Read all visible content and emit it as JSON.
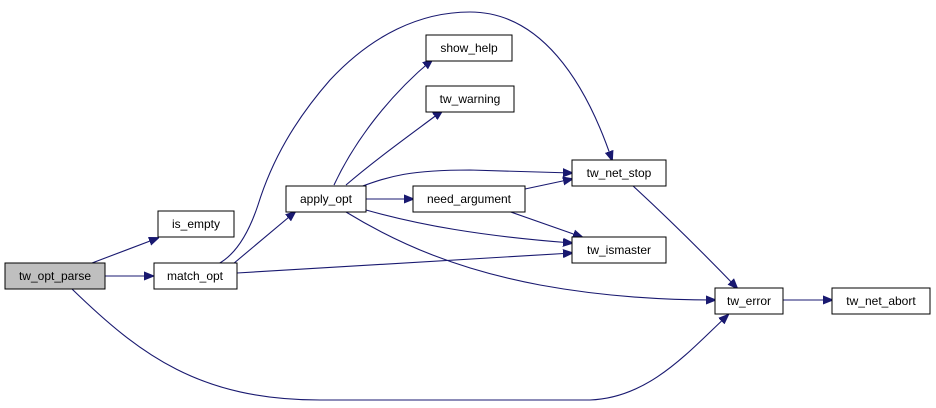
{
  "colors": {
    "edge": "#191970",
    "root_fill": "#bfbfbf",
    "node_fill": "#ffffff",
    "node_stroke": "#000000"
  },
  "nodes": [
    {
      "id": "tw_opt_parse",
      "label": "tw_opt_parse",
      "root": true
    },
    {
      "id": "is_empty",
      "label": "is_empty"
    },
    {
      "id": "match_opt",
      "label": "match_opt"
    },
    {
      "id": "apply_opt",
      "label": "apply_opt"
    },
    {
      "id": "show_help",
      "label": "show_help"
    },
    {
      "id": "tw_warning",
      "label": "tw_warning"
    },
    {
      "id": "need_argument",
      "label": "need_argument"
    },
    {
      "id": "tw_net_stop",
      "label": "tw_net_stop"
    },
    {
      "id": "tw_ismaster",
      "label": "tw_ismaster"
    },
    {
      "id": "tw_error",
      "label": "tw_error"
    },
    {
      "id": "tw_net_abort",
      "label": "tw_net_abort"
    }
  ],
  "edges": [
    {
      "from": "tw_opt_parse",
      "to": "is_empty"
    },
    {
      "from": "tw_opt_parse",
      "to": "match_opt"
    },
    {
      "from": "tw_opt_parse",
      "to": "tw_error"
    },
    {
      "from": "match_opt",
      "to": "apply_opt"
    },
    {
      "from": "match_opt",
      "to": "tw_net_stop"
    },
    {
      "from": "match_opt",
      "to": "tw_ismaster"
    },
    {
      "from": "apply_opt",
      "to": "show_help"
    },
    {
      "from": "apply_opt",
      "to": "tw_warning"
    },
    {
      "from": "apply_opt",
      "to": "tw_net_stop"
    },
    {
      "from": "apply_opt",
      "to": "need_argument"
    },
    {
      "from": "apply_opt",
      "to": "tw_ismaster"
    },
    {
      "from": "apply_opt",
      "to": "tw_error"
    },
    {
      "from": "need_argument",
      "to": "tw_net_stop"
    },
    {
      "from": "need_argument",
      "to": "tw_ismaster"
    },
    {
      "from": "tw_net_stop",
      "to": "tw_error"
    },
    {
      "from": "tw_error",
      "to": "tw_net_abort"
    }
  ]
}
